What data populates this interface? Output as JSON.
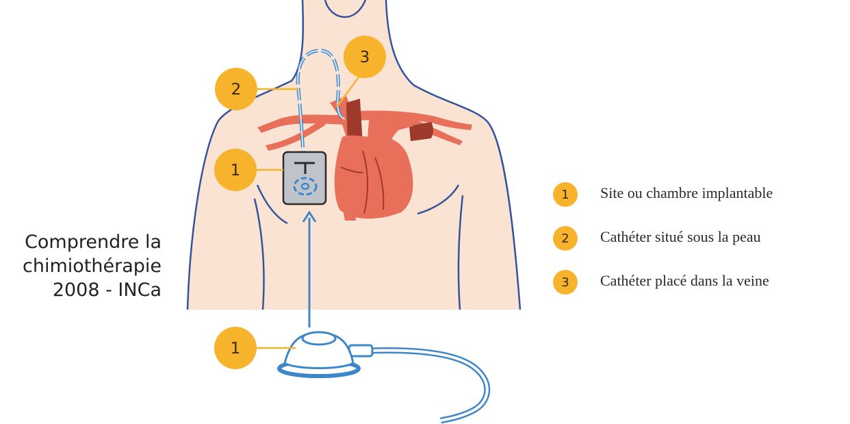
{
  "colors": {
    "skin": "#fae3d2",
    "outline": "#35539c",
    "vessel": "#e8705a",
    "vessel_dark": "#c14a37",
    "heart_dark": "#9e3a2c",
    "catheter": "#3d87c8",
    "port_fill": "#bfc3ca",
    "badge": "#f6b32b",
    "caption_text": "#222222",
    "legend_text": "#2a2a2a"
  },
  "caption": {
    "line1": "Comprendre la",
    "line2": "chimiothérapie",
    "line3": "2008 - INCa"
  },
  "callouts": [
    {
      "number": "2",
      "target": "catheter-under-skin"
    },
    {
      "number": "3",
      "target": "catheter-in-vein"
    },
    {
      "number": "1",
      "target": "implanted-port"
    },
    {
      "number": "1",
      "target": "port-device-closeup"
    }
  ],
  "legend": [
    {
      "number": "1",
      "label": "Site ou chambre implantable"
    },
    {
      "number": "2",
      "label": "Cathéter situé sous la peau"
    },
    {
      "number": "3",
      "label": "Cathéter placé dans la veine"
    }
  ]
}
